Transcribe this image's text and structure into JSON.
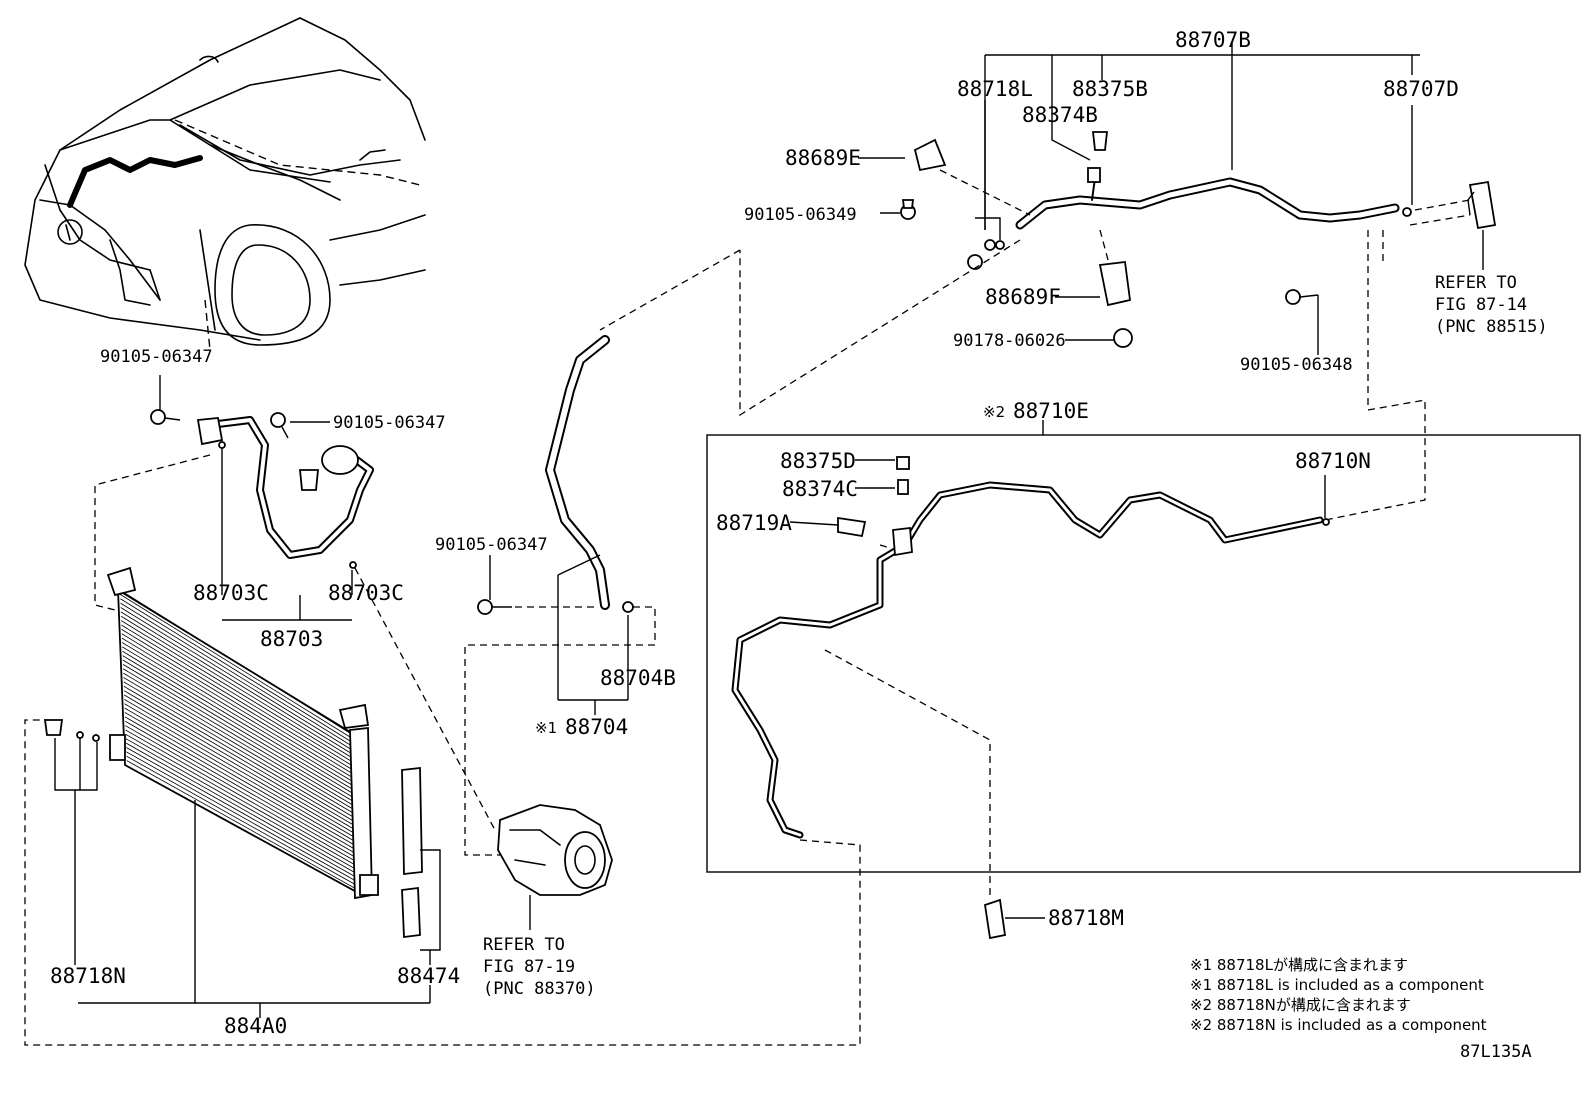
{
  "labels": {
    "p88707B": "88707B",
    "p88718L": "88718L",
    "p88375B": "88375B",
    "p88374B": "88374B",
    "p88707D": "88707D",
    "p88689E": "88689E",
    "p90105_06349": "90105-06349",
    "p88689F": "88689F",
    "p90178_06026": "90178-06026",
    "p90105_06348": "90105-06348",
    "refer_a_1": "REFER TO",
    "refer_a_2": "FIG 87-14",
    "refer_a_3": "(PNC 88515)",
    "p90105_06347_a": "90105-06347",
    "p90105_06347_b": "90105-06347",
    "p90105_06347_c": "90105-06347",
    "mark2": "※2",
    "p88710E": "88710E",
    "p88375D": "88375D",
    "p88374C": "88374C",
    "p88719A": "88719A",
    "p88710N": "88710N",
    "p88703C_a": "88703C",
    "p88703C_b": "88703C",
    "p88703": "88703",
    "p88704B": "88704B",
    "mark1": "※1",
    "p88704": "88704",
    "p88718M": "88718M",
    "p88718N": "88718N",
    "p88474": "88474",
    "p884A0": "884A0",
    "refer_b_1": "REFER TO",
    "refer_b_2": "FIG 87-19",
    "refer_b_3": "(PNC 88370)"
  },
  "notes": [
    "※1 88718Lが構成に含まれます",
    "※1 88718L is included as a component",
    "※2 88718Nが構成に含まれます",
    "※2 88718N is included as a component"
  ],
  "figure_code": "87L135A"
}
